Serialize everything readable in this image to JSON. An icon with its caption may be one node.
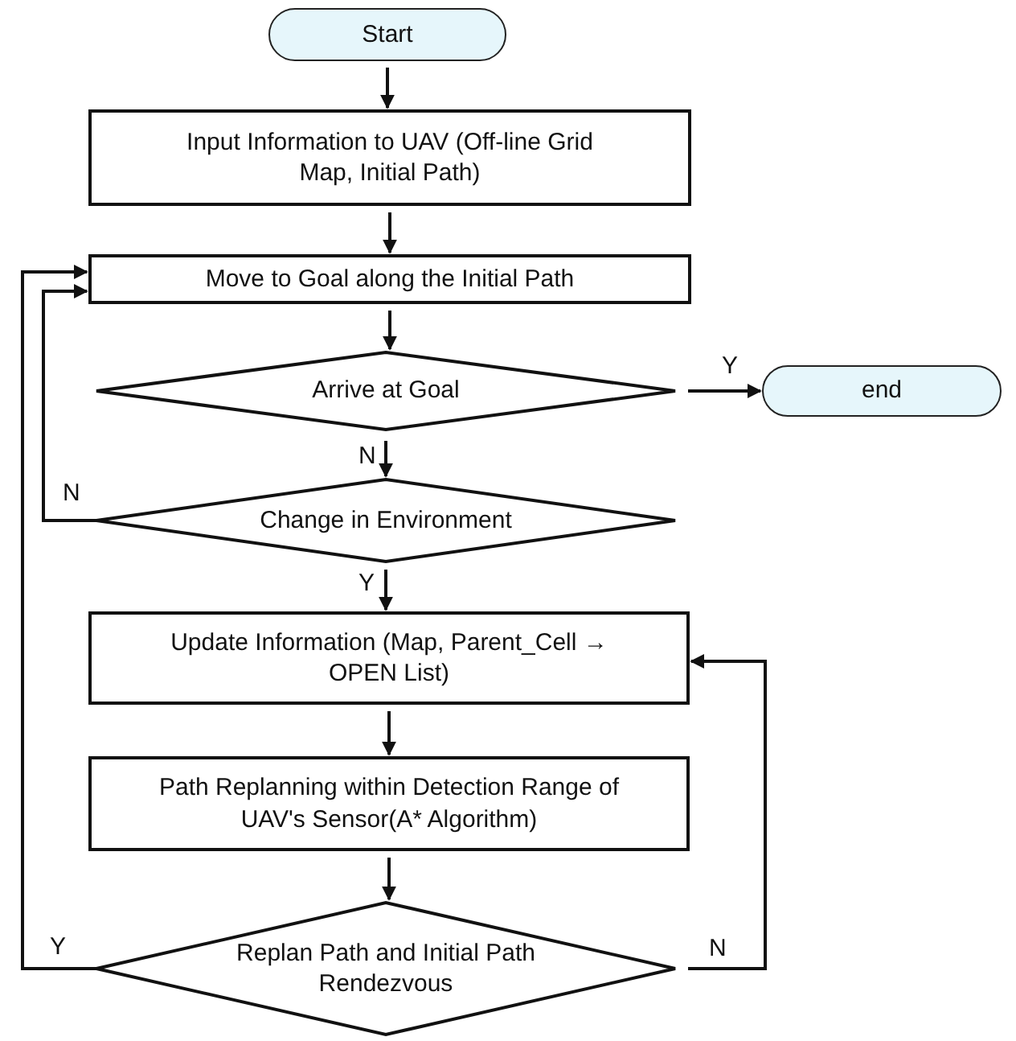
{
  "diagram": {
    "nodes": [
      {
        "text": [
          "Start"
        ]
      },
      {
        "text": [
          "Input Information to UAV (Off-line Grid Map, Initial Path)"
        ]
      },
      {
        "text": [
          "Move to Goal along the Initial Path"
        ]
      },
      {
        "text": [
          "Arrive at Goal"
        ]
      },
      {
        "text": [
          "end"
        ]
      },
      {
        "text": [
          "Change in Environment"
        ]
      },
      {
        "text": [
          "Update Information (Map, Parent_Cell → OPEN List)"
        ]
      },
      {
        "text": [
          "Path Replanning within Detection Range of UAV's Sensor(A* Algorithm)"
        ]
      },
      {
        "text": [
          "Replan Path and Initial Path Rendezvous"
        ]
      }
    ],
    "edges": [
      {
        "from": 0,
        "to": 1,
        "arrow": "to"
      },
      {
        "from": 1,
        "to": 2,
        "arrow": "to"
      },
      {
        "from": 2,
        "to": 3,
        "arrow": "to"
      },
      {
        "from": 3,
        "to": 4,
        "arrow": "to",
        "label": "Y"
      },
      {
        "from": 3,
        "to": 5,
        "arrow": "to",
        "label": "N"
      },
      {
        "from": 5,
        "to": 2,
        "arrow": "to",
        "label": "N"
      },
      {
        "from": 5,
        "to": 6,
        "arrow": "to",
        "label": "Y"
      },
      {
        "from": 6,
        "to": 7,
        "arrow": "to"
      },
      {
        "from": 7,
        "to": 8,
        "arrow": "to"
      },
      {
        "from": 8,
        "to": 2,
        "arrow": "to",
        "label": "Y"
      },
      {
        "from": 8,
        "to": 6,
        "arrow": "to",
        "label": "N"
      }
    ]
  }
}
